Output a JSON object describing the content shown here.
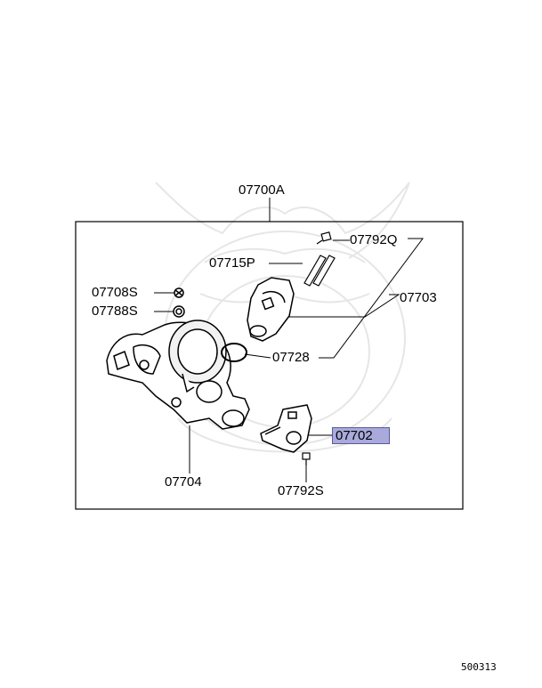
{
  "diagram": {
    "assembly_label": "07700A",
    "parts": [
      {
        "id": "p1",
        "label": "07792Q",
        "highlighted": false
      },
      {
        "id": "p2",
        "label": "07715P",
        "highlighted": false
      },
      {
        "id": "p3",
        "label": "07703",
        "highlighted": false
      },
      {
        "id": "p4",
        "label": "07708S",
        "highlighted": false
      },
      {
        "id": "p5",
        "label": "07788S",
        "highlighted": false
      },
      {
        "id": "p6",
        "label": "07728",
        "highlighted": false
      },
      {
        "id": "p7",
        "label": "07702",
        "highlighted": true
      },
      {
        "id": "p8",
        "label": "07704",
        "highlighted": false
      },
      {
        "id": "p9",
        "label": "07792S",
        "highlighted": false
      }
    ],
    "highlight_color": "#a9a9dc",
    "watermark": "samurai helmet emblem (faint)"
  },
  "footer": {
    "code": "500313"
  }
}
